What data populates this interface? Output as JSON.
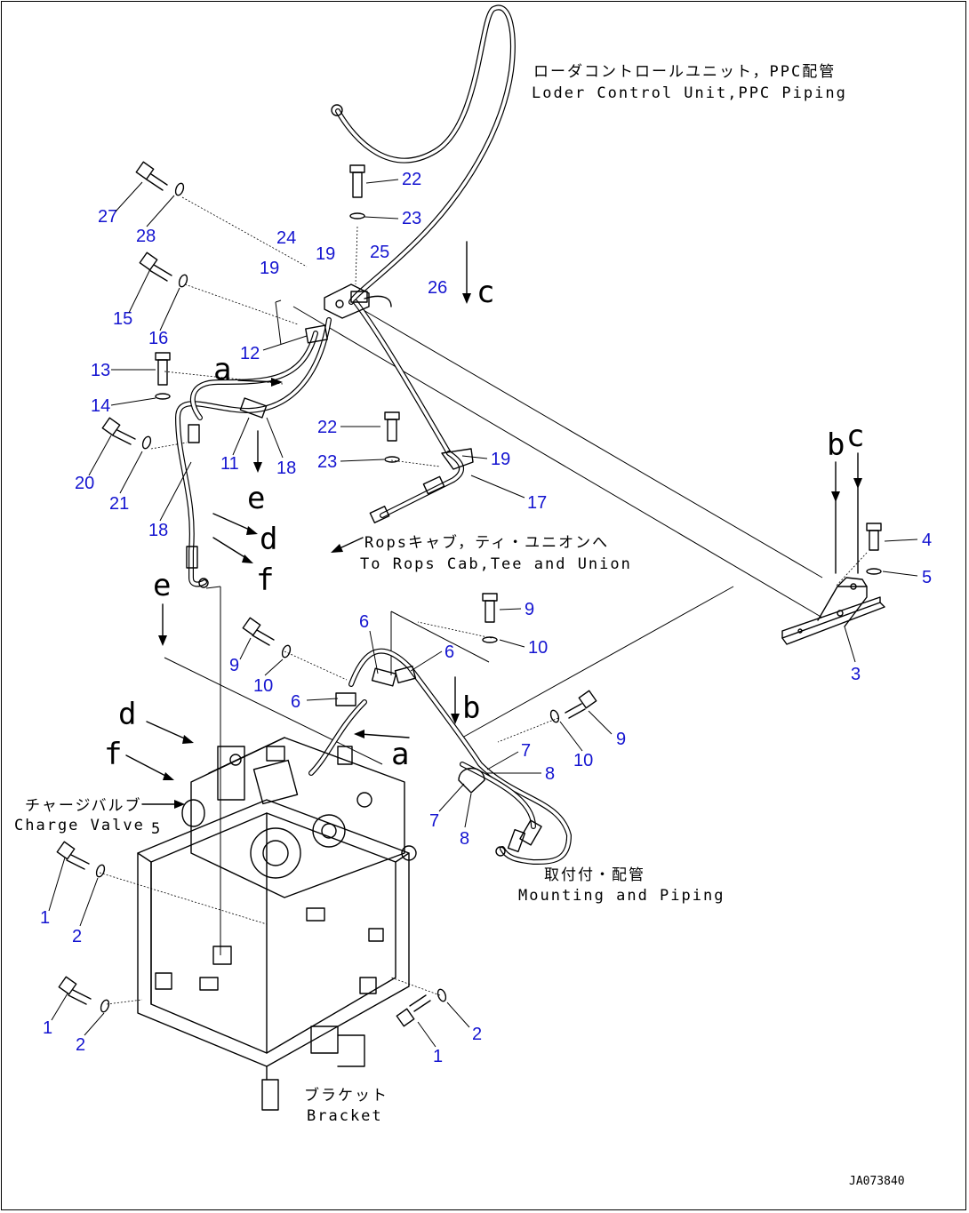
{
  "drawing_id": "JA073840",
  "annotations": {
    "loader_jp": "ローダコントロールユニット，PPC配管",
    "loader_en": "Loder Control Unit,PPC Piping",
    "rops_jp": "Ropsキャブ，ティ・ユニオンへ",
    "rops_en": "To Rops Cab,Tee and Union",
    "charge_jp": "チャージバルブ",
    "charge_en": "Charge Valve",
    "charge_ref": "5",
    "mount_jp": "取付付・配管",
    "mount_en": "Mounting and Piping",
    "bracket_jp": "ブラケット",
    "bracket_en": "Bracket"
  },
  "view_letters": {
    "a1": "a",
    "a2": "a",
    "b1": "b",
    "b2": "b",
    "c1": "c",
    "c2": "c",
    "d1": "d",
    "d2": "d",
    "e1": "e",
    "e2": "e",
    "f1": "f",
    "f2": "f"
  },
  "callouts": {
    "n27": "27",
    "n28": "28",
    "n22a": "22",
    "n23a": "23",
    "n24": "24",
    "n19a": "19",
    "n19b": "19",
    "n25": "25",
    "n26": "26",
    "n15": "15",
    "n16": "16",
    "n12": "12",
    "n13": "13",
    "n14": "14",
    "n11": "11",
    "n18a": "18",
    "n20": "20",
    "n21": "21",
    "n18b": "18",
    "n22b": "22",
    "n23b": "23",
    "n19c": "19",
    "n17": "17",
    "n4": "4",
    "n5": "5",
    "n3": "3",
    "n9a": "9",
    "n10a": "10",
    "n6a": "6",
    "n6b": "6",
    "n6c": "6",
    "n9b": "9",
    "n10b": "10",
    "n7a": "7",
    "n8a": "8",
    "n9c": "9",
    "n10c": "10",
    "n7b": "7",
    "n8b": "8",
    "n1a": "1",
    "n2a": "2",
    "n1b": "1",
    "n2b": "2",
    "n1c": "1",
    "n2c": "2"
  }
}
